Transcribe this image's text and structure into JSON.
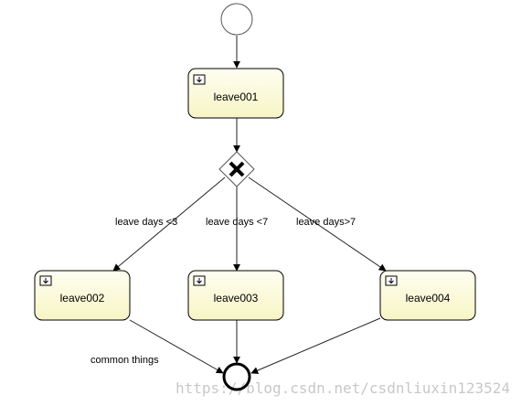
{
  "diagram": {
    "tasks": {
      "leave001": {
        "label": "leave001",
        "icon": "user-task-icon"
      },
      "leave002": {
        "label": "leave002",
        "icon": "user-task-icon"
      },
      "leave003": {
        "label": "leave003",
        "icon": "user-task-icon"
      },
      "leave004": {
        "label": "leave004",
        "icon": "user-task-icon"
      }
    },
    "gateway": {
      "icon": "exclusive-gateway-x-icon"
    },
    "flows": {
      "to_leave002": "leave days <3",
      "to_leave003": "leave days <7",
      "to_leave004": "leave days>7",
      "from_leave002": "common things"
    },
    "watermark": "https://blog.csdn.net/csdnliuxin123524",
    "colors": {
      "task_fill_top": "#fdfde8",
      "task_fill_bottom": "#f7f5c4",
      "stroke": "#000000",
      "connector": "#222222",
      "watermark": "#c8c8c8"
    }
  }
}
